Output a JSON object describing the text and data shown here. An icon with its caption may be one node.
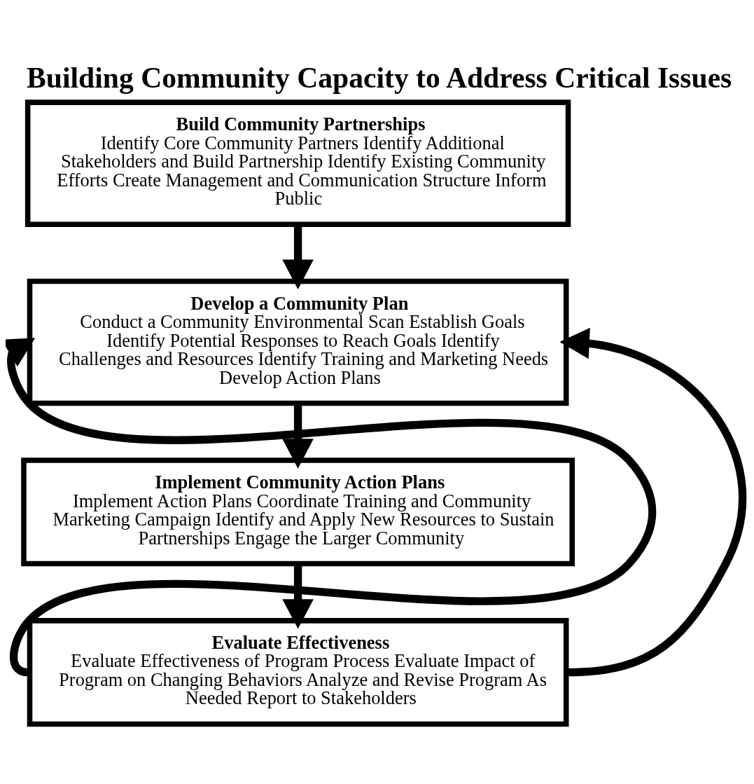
{
  "diagram": {
    "title": "Building Community Capacity to Address Critical Issues",
    "nodes": [
      {
        "text": [
          "Build Community Partnerships",
          "Identify Core Community Partners Identify Additional Stakeholders and Build Partnership Identify Existing Community Efforts Create Management and Communication Structure Inform Public"
        ]
      },
      {
        "text": [
          "Develop a Community Plan",
          "Conduct a Community Environmental Scan Establish Goals Identify Potential Responses to Reach Goals Identify Challenges and Resources Identify Training and Marketing Needs Develop Action Plans"
        ]
      },
      {
        "text": [
          "Implement Community Action Plans",
          "Implement Action Plans Coordinate Training and Community Marketing Campaign Identify and Apply New Resources to Sustain Partnerships Engage the Larger Community"
        ]
      },
      {
        "text": [
          "Evaluate Effectiveness",
          "Evaluate Effectiveness of Program Process Evaluate Impact of Program on Changing Behaviors Analyze and Revise Program As Needed Report to Stakeholders"
        ]
      }
    ],
    "edges": [
      {
        "from": 0,
        "to": 1,
        "arrow": "to"
      },
      {
        "from": 1,
        "to": 2,
        "arrow": "to"
      },
      {
        "from": 2,
        "to": 3,
        "arrow": "to"
      },
      {
        "from": 3,
        "to": 1,
        "arrow": "to"
      },
      {
        "from": 3,
        "to": 1,
        "arrow": "to"
      }
    ]
  }
}
